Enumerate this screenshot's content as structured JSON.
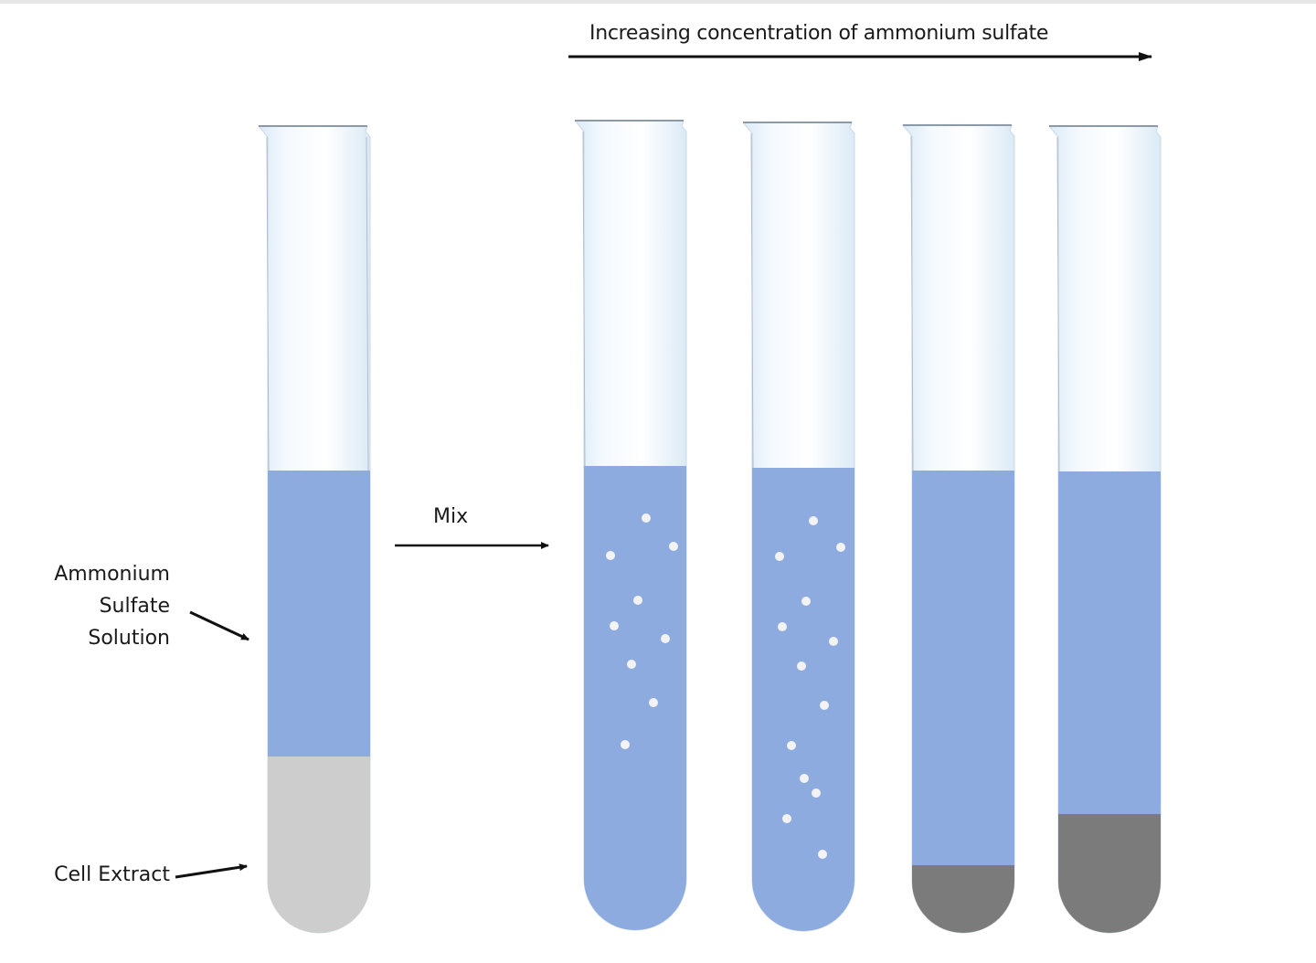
{
  "title": "Increasing concentration  of ammonium sulfate",
  "mix_label": "Mix",
  "ammonium_label": [
    "Ammonium",
    "Sulfate",
    "Solution"
  ],
  "cell_extract_label": "Cell Extract",
  "colors": {
    "solution": "#8eabe0",
    "cell_extract": "#cdcdcd",
    "precipitate": "#7b7b7b",
    "particles": "#f3f3f3",
    "glass": "#eaf4fc",
    "arrow": "#111111"
  }
}
